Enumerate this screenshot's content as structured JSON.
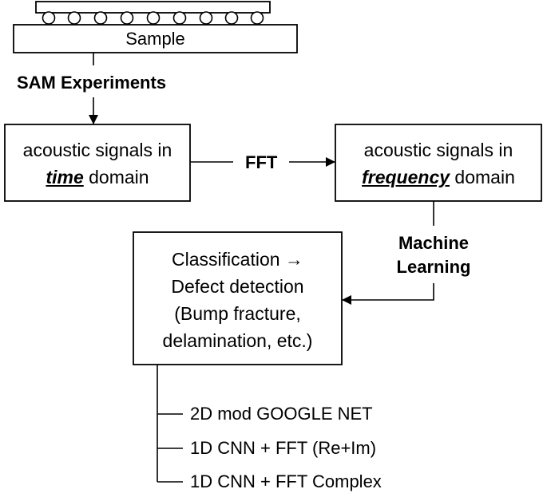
{
  "sample": {
    "label": "Sample"
  },
  "step_sam": {
    "label": "SAM Experiments"
  },
  "box_time": {
    "line1": "acoustic signals in",
    "em_word": "time",
    "line2_rest": " domain"
  },
  "step_fft": {
    "label": "FFT"
  },
  "box_freq": {
    "line1": "acoustic signals in",
    "em_word": "frequency",
    "line2_rest": " domain"
  },
  "step_ml": {
    "line1": "Machine",
    "line2": "Learning"
  },
  "box_class": {
    "line1": "Classification →",
    "line2": "Defect detection",
    "line3": "(Bump fracture,",
    "line4": "delamination, etc.)"
  },
  "models": [
    "2D mod GOOGLE NET",
    "1D CNN + FFT (Re+Im)",
    "1D CNN + FFT Complex"
  ]
}
